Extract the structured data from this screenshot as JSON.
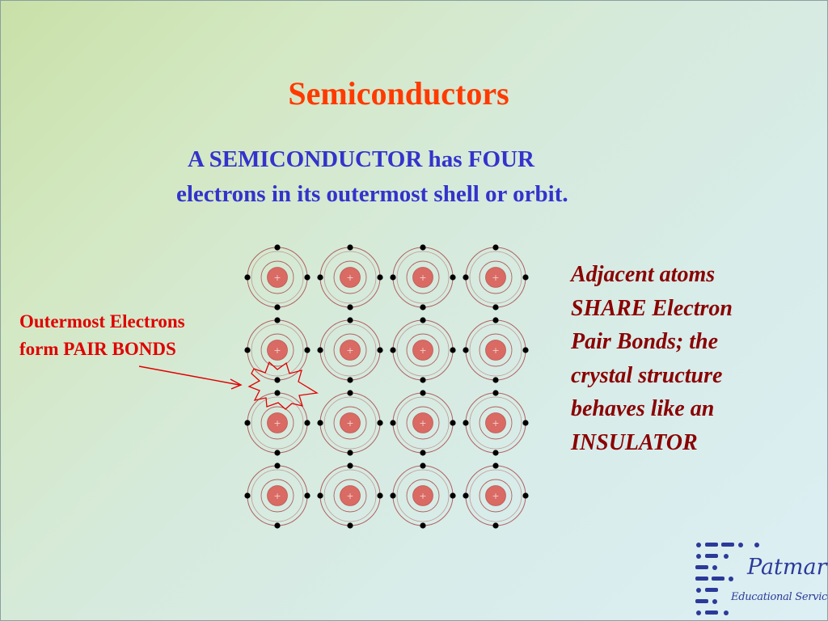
{
  "slide": {
    "title": "Semiconductors",
    "subtitle_line1": "A SEMICONDUCTOR has FOUR",
    "subtitle_line2": "electrons in its outermost shell or orbit."
  },
  "left_label": {
    "line1": "Outermost Electrons",
    "line2": "form PAIR BONDS"
  },
  "right_text": {
    "lines": [
      "Adjacent atoms",
      "SHARE Electron",
      "Pair Bonds; the",
      "crystal structure",
      "behaves like an",
      "INSULATOR"
    ]
  },
  "lattice": {
    "rows": 4,
    "columns": 4,
    "nucleus_symbol": "+",
    "highlighted_bond": {
      "row": 1,
      "column": 0,
      "direction": "down"
    }
  },
  "logo": {
    "name": "Patmar",
    "tagline": "Educational Services"
  },
  "colors": {
    "title": "#ff3a00",
    "subtitle": "#3333cc",
    "left_label": "#e00000",
    "right_text": "#8a0000",
    "nucleus": "#d96a64",
    "orbit": "#b06060",
    "electron": "#000000",
    "logo": "#2b3a99"
  }
}
